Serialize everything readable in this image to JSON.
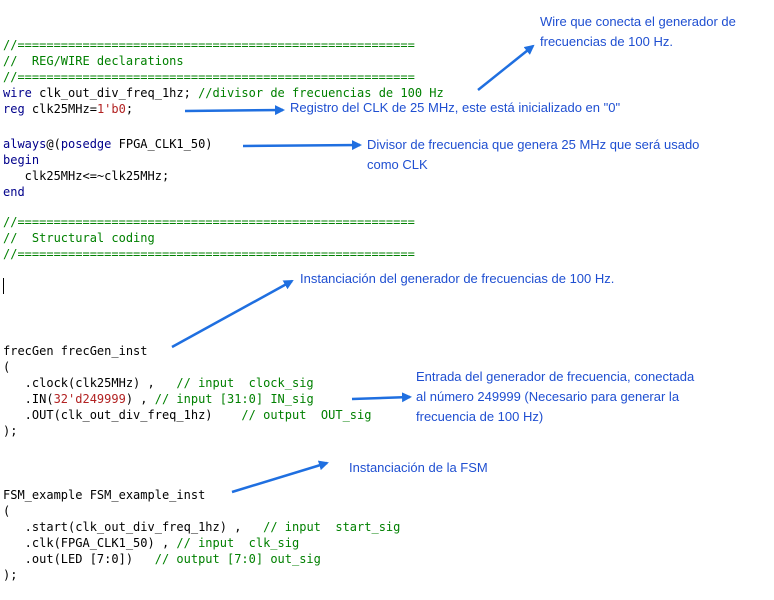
{
  "code": {
    "l1": "//=======================================================",
    "l2": "//  REG/WIRE declarations",
    "l3": "//=======================================================",
    "l4_kw": "wire",
    "l4_rest": " clk_out_div_freq_1hz; ",
    "l4_cm": "//divisor de frecuencias de 100 Hz",
    "l5_kw": "reg",
    "l5_rest": " clk25MHz=",
    "l5_num": "1'b0",
    "l5_end": ";",
    "l6_kw": "always",
    "l6_at": "@(",
    "l6_kw2": "posedge",
    "l6_rest": " FPGA_CLK1_50)",
    "l7": "begin",
    "l8": "   clk25MHz<=~clk25MHz;",
    "l9": "end",
    "l10": "//=======================================================",
    "l11": "//  Structural coding",
    "l12": "//=======================================================",
    "l13": "frecGen frecGen_inst",
    "l14": "(",
    "l15_code": "   .clock(clk25MHz) ,   ",
    "l15_cm": "// input  clock_sig",
    "l16_a": "   .IN(",
    "l16_num": "32'd249999",
    "l16_b": ") , ",
    "l16_cm": "// input [31:0] IN_sig",
    "l17_code": "   .OUT(clk_out_div_freq_1hz)    ",
    "l17_cm": "// output  OUT_sig",
    "l18": ");",
    "l19": "FSM_example FSM_example_inst",
    "l20": "(",
    "l21_code": "   .start(clk_out_div_freq_1hz) ,   ",
    "l21_cm": "// input  start_sig",
    "l22_code": "   .clk(FPGA_CLK1_50) , ",
    "l22_cm": "// input  clk_sig",
    "l23_code": "   .out(LED [7:0])   ",
    "l23_cm": "// output [7:0] out_sig",
    "l24": ");"
  },
  "notes": {
    "wire_a": "Wire que conecta el generador de",
    "wire_b": "frecuencias de 100 Hz.",
    "reg": "Registro del CLK de 25 MHz, este está inicializado en \"0\"",
    "div_a": "Divisor de frecuencia que genera 25 MHz que será usado",
    "div_b": "como CLK",
    "inst_gen": "Instanciación del generador de frecuencias de 100 Hz.",
    "entrada_a": "Entrada del generador de frecuencia, conectada",
    "entrada_b": "al número 249999 (Necesario para generar la",
    "entrada_c": "frecuencia de 100 Hz)",
    "inst_fsm": "Instanciación de la FSM"
  },
  "colors": {
    "annotation": "#1f4fd1",
    "comment": "#008000",
    "keyword": "#00008b",
    "number": "#b22222"
  }
}
